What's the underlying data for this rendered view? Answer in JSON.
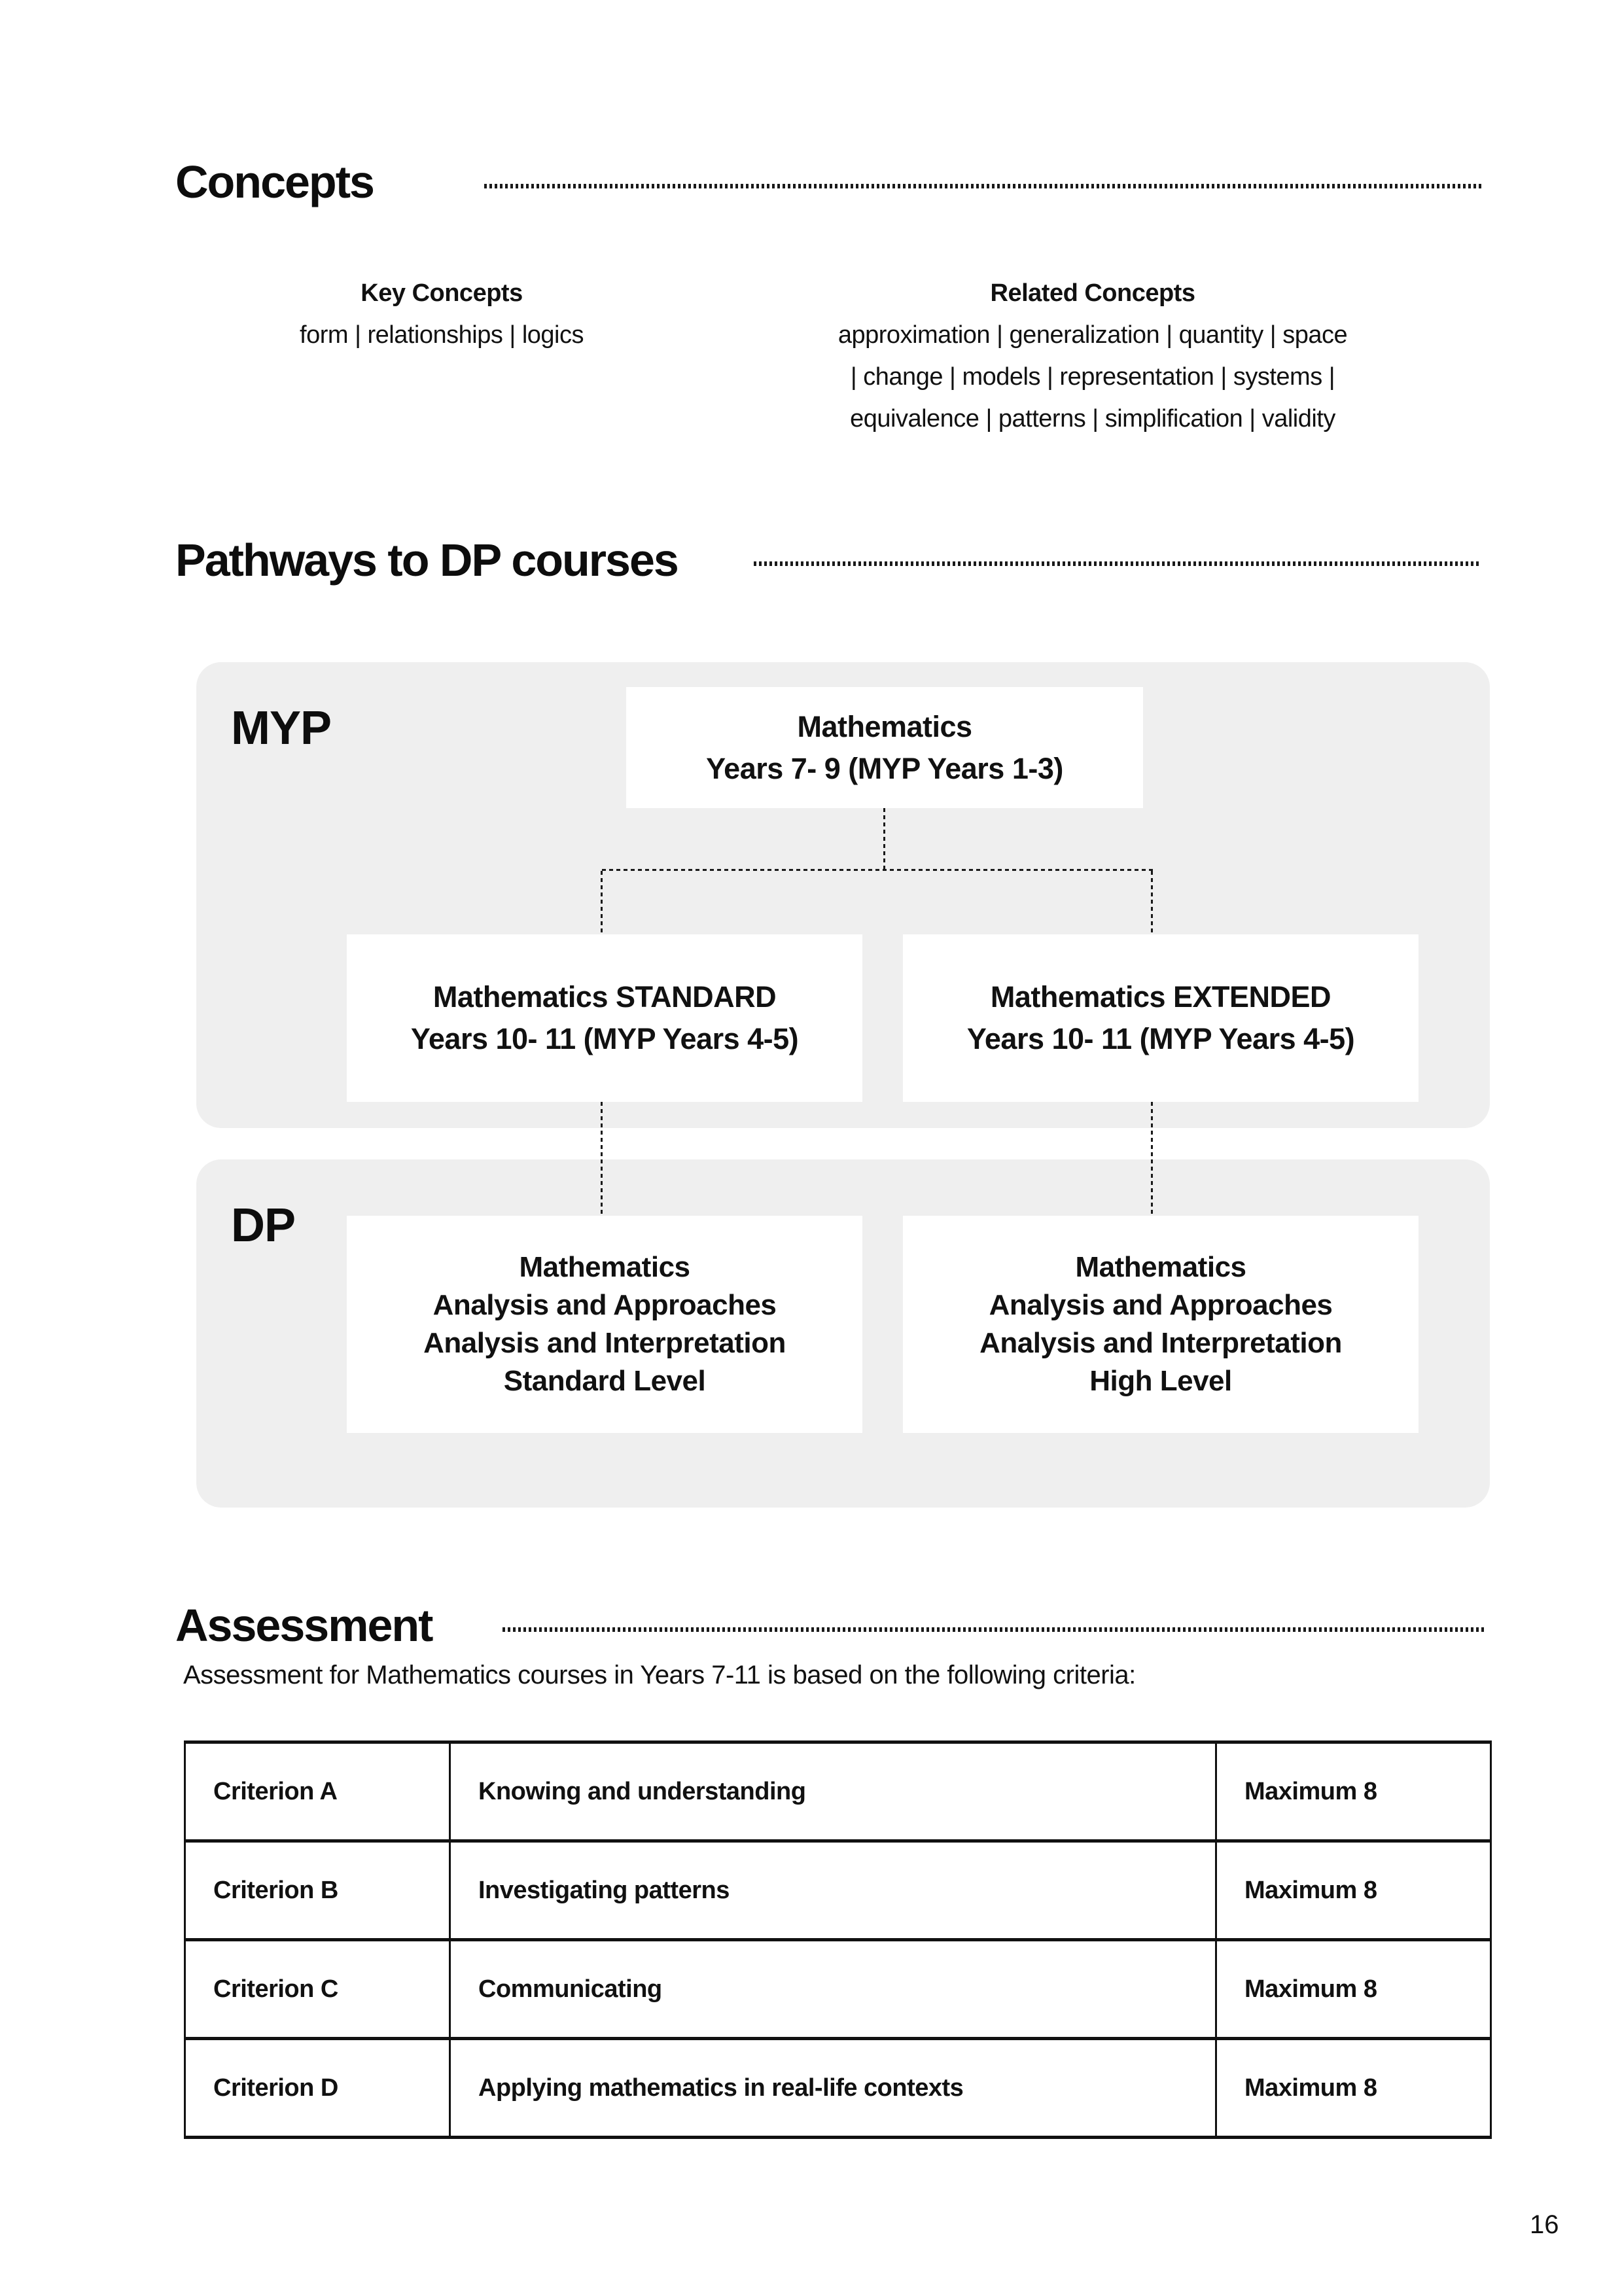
{
  "colors": {
    "panel_gray": "#efefef",
    "text": "#111111"
  },
  "concepts": {
    "heading": "Concepts",
    "key_title": "Key Concepts",
    "key_items": "form | relationships | logics",
    "related_title": "Related Concepts",
    "related_line1": "approximation | generalization | quantity | space",
    "related_line2": "| change | models | representation | systems |",
    "related_line3": "equivalence | patterns | simplification | validity"
  },
  "pathways": {
    "heading": "Pathways to DP courses",
    "myp_label": "MYP",
    "dp_label": "DP",
    "myp_box": {
      "line1": "Mathematics",
      "line2": "Years 7- 9 (MYP Years 1-3)"
    },
    "standard_box": {
      "line1": "Mathematics STANDARD",
      "line2": "Years 10- 11 (MYP Years 4-5)"
    },
    "extended_box": {
      "line1": "Mathematics EXTENDED",
      "line2": "Years 10- 11 (MYP Years 4-5)"
    },
    "dp_standard_box": {
      "line1": "Mathematics",
      "line2": "Analysis and Approaches",
      "line3": "Analysis and Interpretation",
      "line4": "Standard Level"
    },
    "dp_high_box": {
      "line1": "Mathematics",
      "line2": "Analysis and Approaches",
      "line3": "Analysis and Interpretation",
      "line4": "High Level"
    }
  },
  "assessment": {
    "heading": "Assessment",
    "intro": "Assessment for Mathematics courses in Years 7-11 is based on the following criteria:",
    "rows": [
      {
        "criterion": "Criterion A",
        "description": "Knowing and understanding",
        "maximum": "Maximum 8"
      },
      {
        "criterion": "Criterion B",
        "description": "Investigating patterns",
        "maximum": "Maximum 8"
      },
      {
        "criterion": "Criterion C",
        "description": "Communicating",
        "maximum": "Maximum 8"
      },
      {
        "criterion": "Criterion D",
        "description": "Applying mathematics in real-life contexts",
        "maximum": "Maximum 8"
      }
    ]
  },
  "footer": {
    "page_number": "16"
  }
}
